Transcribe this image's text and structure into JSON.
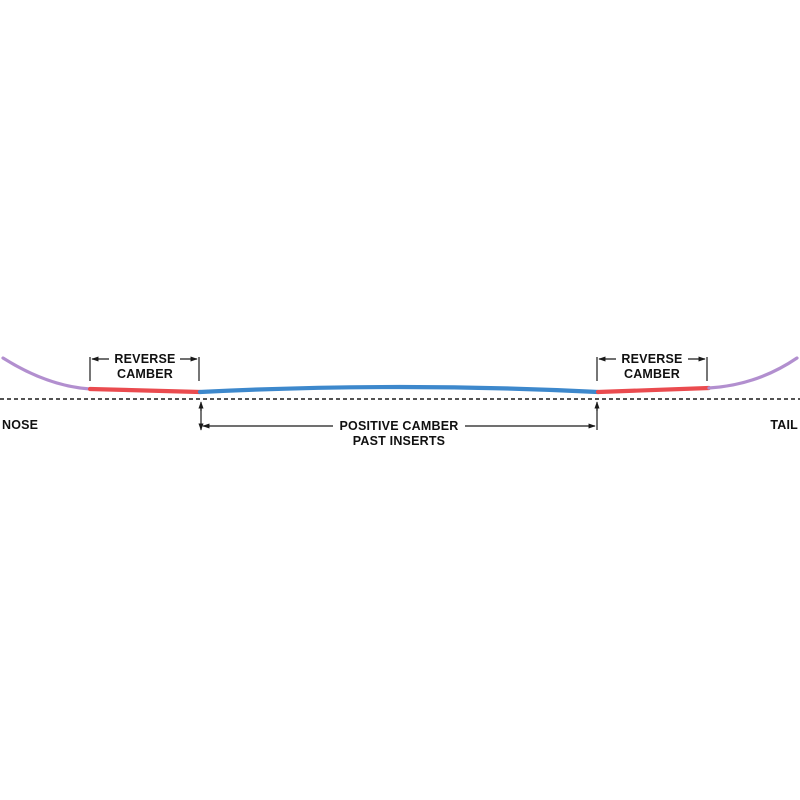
{
  "labels": {
    "nose": "NOSE",
    "tail": "TAIL",
    "reverse_left_line1": "REVERSE",
    "reverse_left_line2": "CAMBER",
    "reverse_right_line1": "REVERSE",
    "reverse_right_line2": "CAMBER",
    "positive_line1": "POSITIVE CAMBER",
    "positive_line2": "PAST INSERTS"
  },
  "colors": {
    "tip_zones": "#b28fcf",
    "reverse_camber": "#ea4b4f",
    "positive_camber": "#3d88cc",
    "ground_line": "#1a1a1a",
    "annotation": "#1a1a1a"
  }
}
